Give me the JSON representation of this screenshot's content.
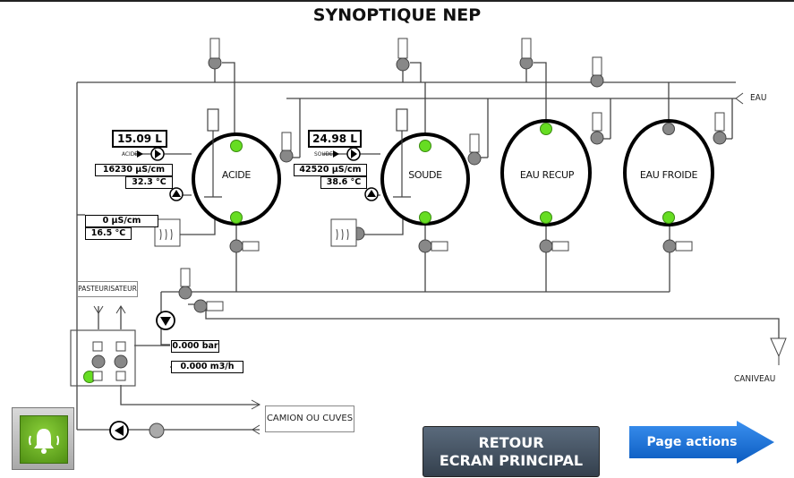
{
  "header": {
    "title": "SYNOPTIQUE NEP"
  },
  "tanks": {
    "acide": {
      "label": "ACIDE",
      "volume": "15.09 L",
      "conductivity": "16230 µS/cm",
      "temperature": "32.3 °C",
      "pump_label": "ACIDE"
    },
    "soude": {
      "label": "SOUDE",
      "volume": "24.98 L",
      "conductivity": "42520 µS/cm",
      "temperature": "38.6 °C",
      "pump_label": "SOUDE"
    },
    "eau_recup": {
      "label": "EAU RECUP"
    },
    "eau_froide": {
      "label": "EAU FROIDE"
    }
  },
  "return_line": {
    "conductivity": "0 µS/cm",
    "temperature": "16.5 °C"
  },
  "pasteurisateur": {
    "label": "PASTEURISATEUR",
    "pressure": "0.000 bar",
    "flow": "0.000 m3/h"
  },
  "outlets": {
    "eau": "EAU",
    "caniveau": "CANIVEAU",
    "camion": "CAMION OU CUVES"
  },
  "buttons": {
    "retour_line1": "RETOUR",
    "retour_line2": "ECRAN PRINCIPAL",
    "actions": "Page actions"
  },
  "icons": {
    "alarm": "bell-alarm-icon",
    "pump": "pump-icon",
    "valve": "valve-icon",
    "heater": "heater-icon"
  },
  "colors": {
    "sensor_active": "#66dd22",
    "valve_grey": "#888888",
    "button_blue": "#1e6fd0"
  }
}
